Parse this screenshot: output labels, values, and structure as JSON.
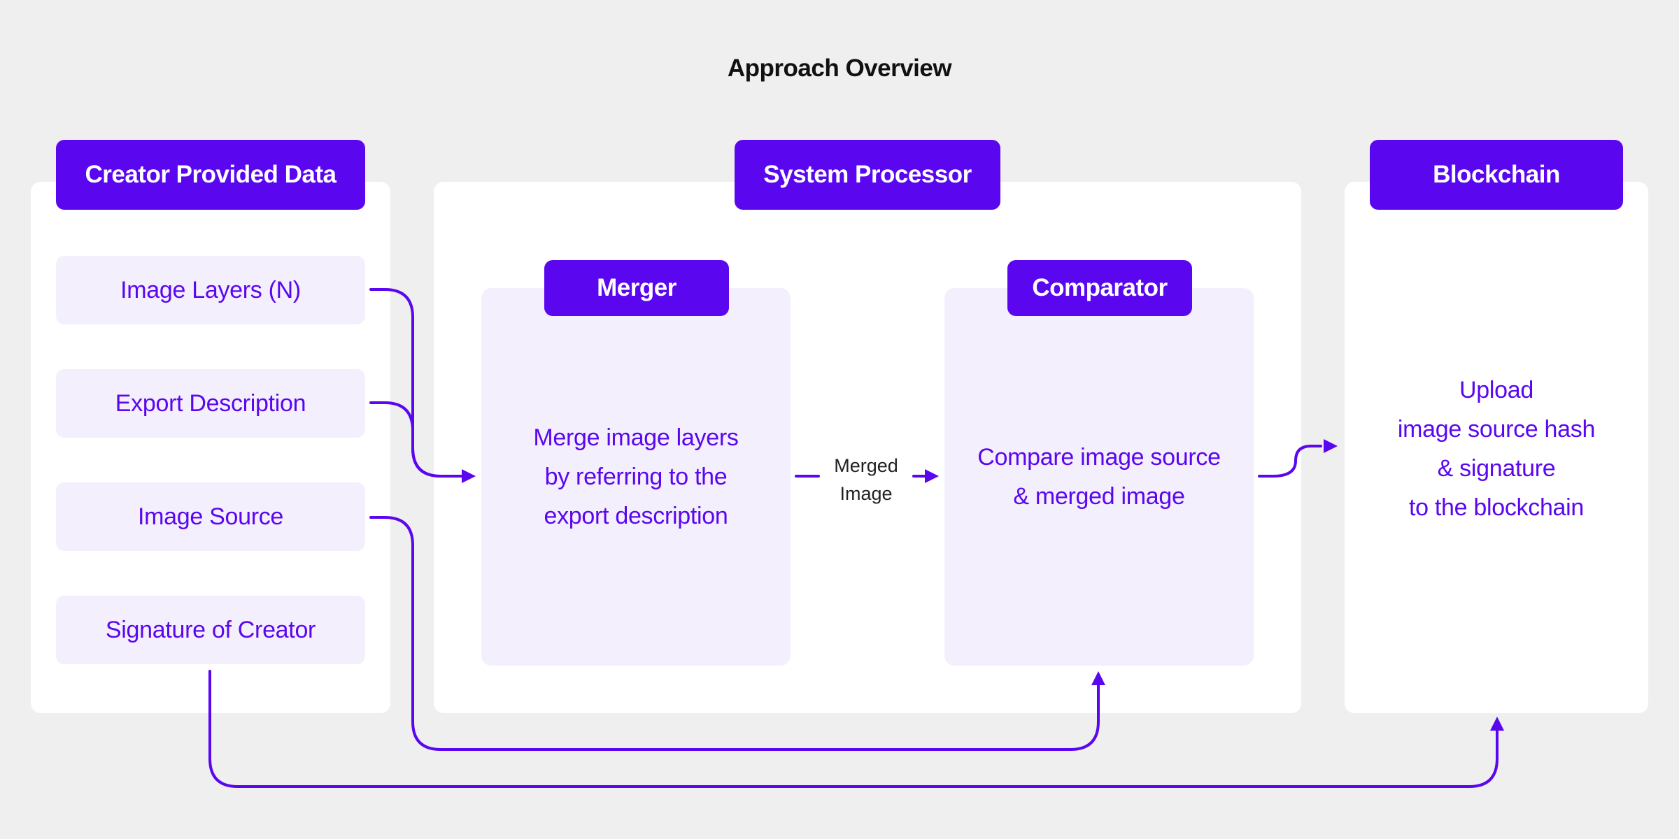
{
  "title": "Approach Overview",
  "colors": {
    "accent": "#5a07f0",
    "tint": "#f4effc",
    "panel": "#ffffff",
    "background": "#efefef"
  },
  "creator_panel": {
    "header": "Creator Provided Data",
    "items": [
      {
        "label": "Image Layers (N)"
      },
      {
        "label": "Export Description"
      },
      {
        "label": "Image Source"
      },
      {
        "label": "Signature of Creator"
      }
    ]
  },
  "system_panel": {
    "header": "System Processor",
    "merger": {
      "header": "Merger",
      "lines": [
        "Merge image layers",
        "by referring to the",
        "export description"
      ]
    },
    "comparator": {
      "header": "Comparator",
      "lines": [
        "Compare image source",
        "& merged image"
      ]
    },
    "edge_label": [
      "Merged",
      "Image"
    ]
  },
  "blockchain_panel": {
    "header": "Blockchain",
    "lines": [
      "Upload",
      "image source hash",
      "& signature",
      "to the blockchain"
    ]
  }
}
